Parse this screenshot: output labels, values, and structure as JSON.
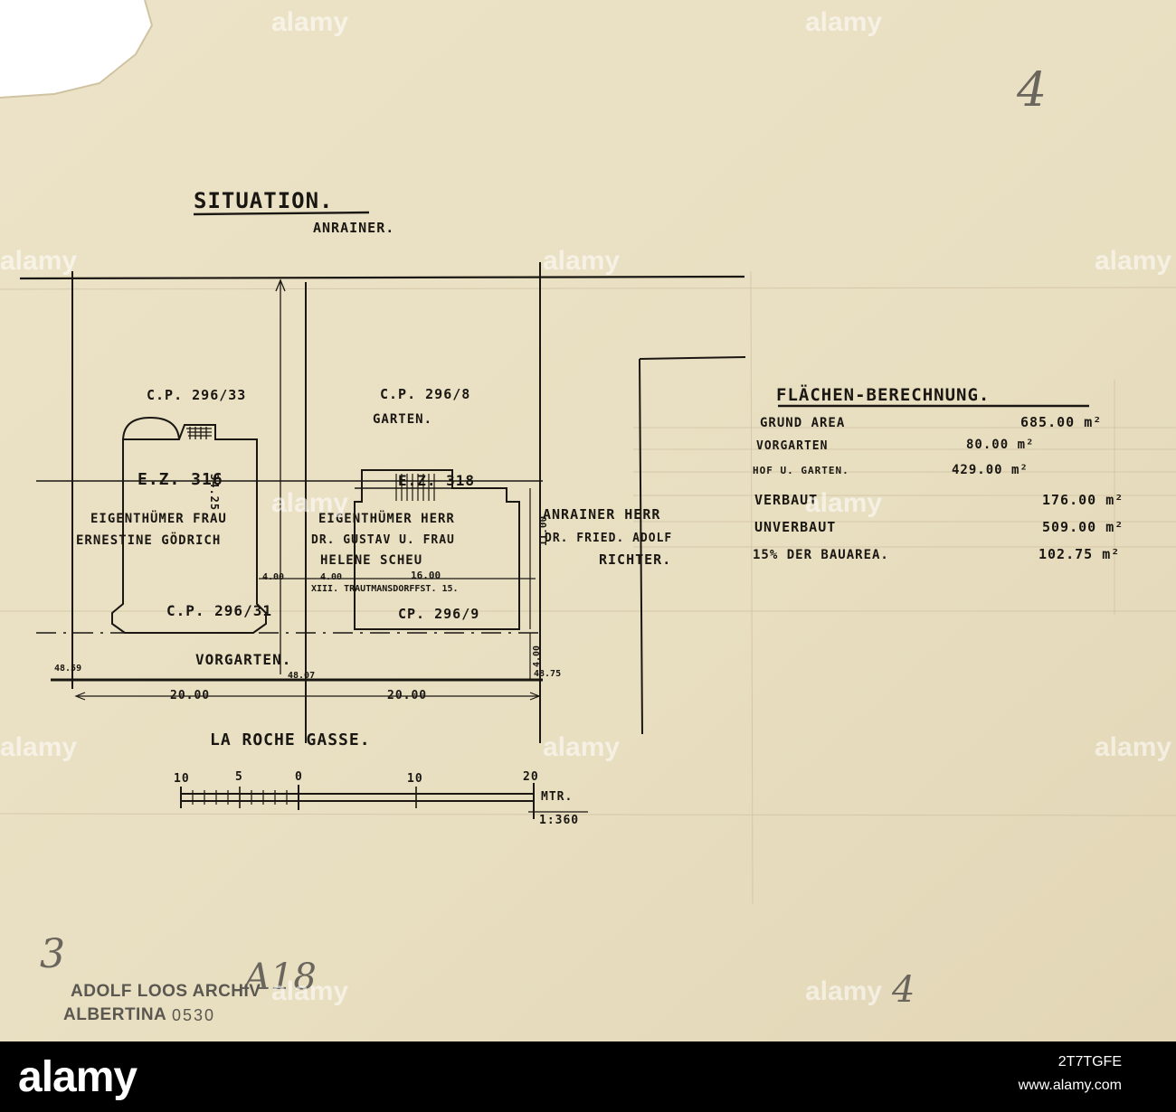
{
  "sheet": {
    "page_number": "4",
    "page_number_bottom": "4",
    "pencil_mark": "3",
    "pencil_ref": "A18",
    "archive_line1": "ADOLF LOOS ARCHIV",
    "archive_line2": "ALBERTINA",
    "archive_number": "0530",
    "paper_color": "#eae1c5",
    "ink_color": "#1a1712"
  },
  "plan": {
    "title": "SITUATION.",
    "subtitle": "ANRAINER.",
    "parcel_left": {
      "top_code": "C.P. 296/33",
      "ez": "E.Z. 316",
      "owner_line1": "EIGENTHÜMER FRAU",
      "owner_line2": "ERNESTINE GÖDRICH",
      "bottom_code": "C.P. 296/31"
    },
    "parcel_mid": {
      "top_code": "C.P. 296/8",
      "garden": "GARTEN.",
      "ez": "E.Z. 318",
      "owner_line1": "EIGENTHÜMER HERR",
      "owner_line2": "DR. GUSTAV U. FRAU",
      "owner_line3": "HELENE SCHEU",
      "address": "XIII. TRAUTMANSDORFFST. 15.",
      "bottom_code": "CP. 296/9"
    },
    "neighbor_right": {
      "line1": "ANRAINER HERR",
      "line2": "DR. FRIED. ADOLF",
      "line3": "RICHTER."
    },
    "front_garden": "VORGARTEN.",
    "street": "LA ROCHE GASSE.",
    "dims": {
      "d_34_25": "34.25",
      "d_4_00_a": "4.00",
      "d_4_00_b": "4.00",
      "d_16_00": "16.00",
      "d_11_00": "11.00",
      "d_4_00_c": "4.00",
      "lev_left": "48.59",
      "lev_mid": "48.07",
      "lev_right": "48.75",
      "d_20_00_a": "20.00",
      "d_20_00_b": "20.00"
    },
    "scale": {
      "labels": [
        "10",
        "5",
        "0",
        "10",
        "20"
      ],
      "unit": "MTR.",
      "ratio": "1:360"
    }
  },
  "area_calc": {
    "title": "FLÄCHEN-BERECHNUNG.",
    "rows": [
      {
        "label": "GRUND AREA",
        "value": "685.00 m²"
      },
      {
        "label": "VORGARTEN",
        "value": "80.00 m²"
      },
      {
        "label": "HOF U. GARTEN.",
        "value": "429.00 m²"
      },
      {
        "label": "VERBAUT",
        "value": "176.00 m²"
      },
      {
        "label": "UNVERBAUT",
        "value": "509.00 m²"
      },
      {
        "label": "15% DER BAUAREA.",
        "value": "102.75 m²"
      }
    ]
  },
  "watermark": {
    "brand": "alamy"
  },
  "footer": {
    "brand": "alamy",
    "image_id": "2T7TGFE",
    "url": "www.alamy.com"
  }
}
